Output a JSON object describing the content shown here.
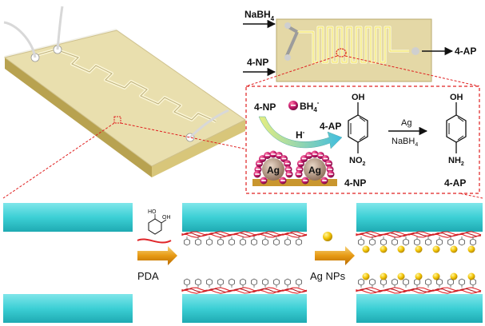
{
  "inlets": {
    "nabh4": {
      "text": "NaBH",
      "sub": "4"
    },
    "np": "4-NP"
  },
  "outlet": "4-AP",
  "mechanism": {
    "np": "4-NP",
    "bh4": {
      "text": "BH",
      "sub": "4",
      "sup": "-"
    },
    "hminus": {
      "text": "H",
      "sup": "-"
    },
    "ap": "4-AP",
    "ag": "Ag"
  },
  "reaction": {
    "oh_left": "OH",
    "oh_right": "OH",
    "no2": {
      "text": "NO",
      "sub": "2"
    },
    "nh2": {
      "text": "NH",
      "sub": "2"
    },
    "catalyst": "Ag",
    "reagent": {
      "text": "NaBH",
      "sub": "4"
    },
    "reactant": "4-NP",
    "product": "4-AP"
  },
  "steps": {
    "pda": "PDA",
    "agnps": "Ag NPs",
    "catechol_oh1": "OH",
    "catechol_oh2": "HO"
  },
  "colors": {
    "channel": "#4cd3d8",
    "chip": "#e9dfae",
    "dashed": "#e02020",
    "arrow": "#e8a01e",
    "silver": "#f2c300",
    "polymer": "#e0262a"
  }
}
